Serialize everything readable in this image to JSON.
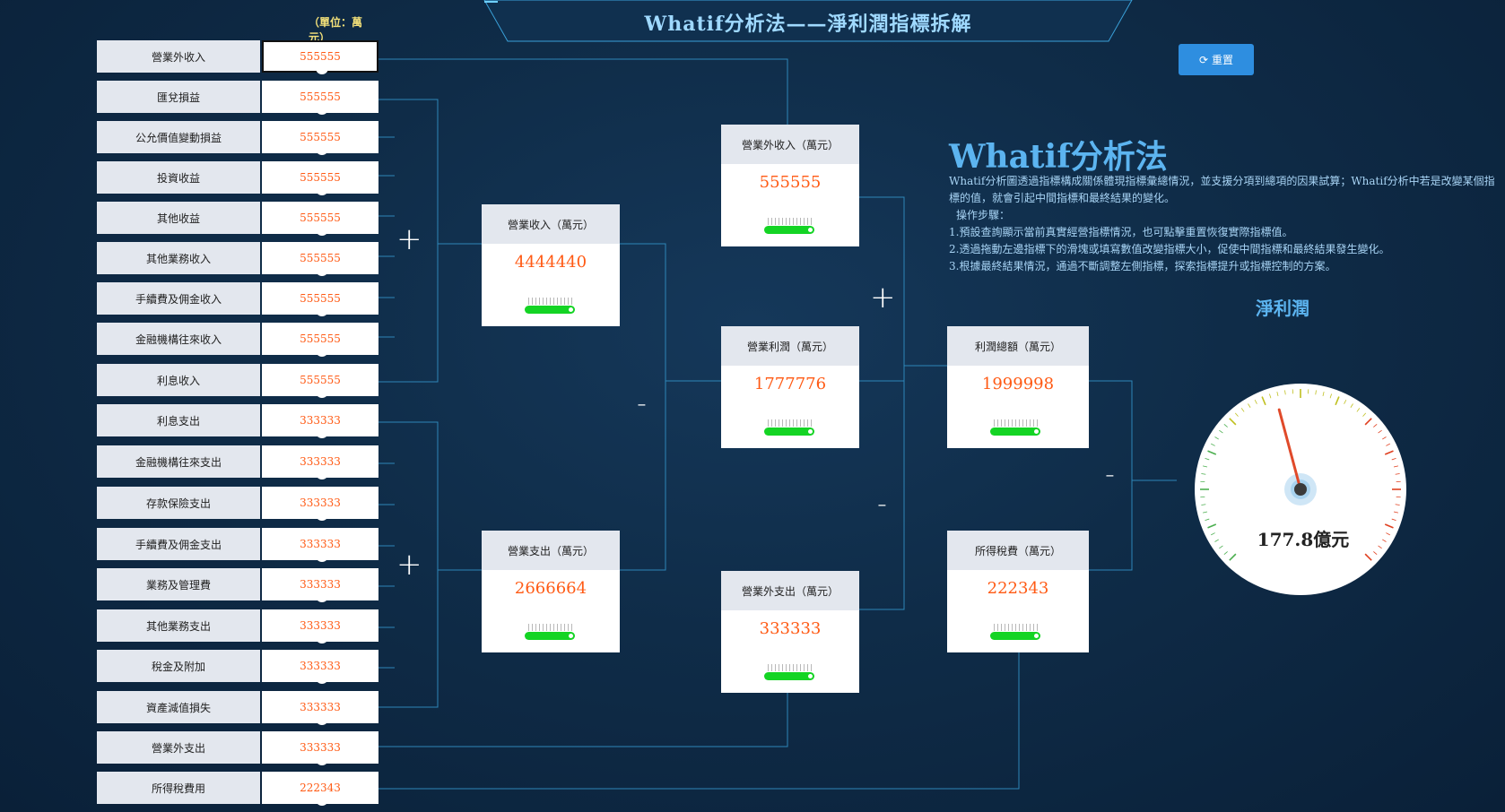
{
  "header": {
    "title": "Whatif分析法——淨利潤指標拆解",
    "unit": "（單位：萬元）",
    "reset_label": "重置"
  },
  "inputs": [
    {
      "label": "營業外收入",
      "value": "555555"
    },
    {
      "label": "匯兌損益",
      "value": "555555"
    },
    {
      "label": "公允價值變動損益",
      "value": "555555"
    },
    {
      "label": "投資收益",
      "value": "555555"
    },
    {
      "label": "其他收益",
      "value": "555555"
    },
    {
      "label": "其他業務收入",
      "value": "555555"
    },
    {
      "label": "手續費及佣金收入",
      "value": "555555"
    },
    {
      "label": "金融機構往來收入",
      "value": "555555"
    },
    {
      "label": "利息收入",
      "value": "555555"
    },
    {
      "label": "利息支出",
      "value": "333333"
    },
    {
      "label": "金融機構往來支出",
      "value": "333333"
    },
    {
      "label": "存款保險支出",
      "value": "333333"
    },
    {
      "label": "手續費及佣金支出",
      "value": "333333"
    },
    {
      "label": "業務及管理費",
      "value": "333333"
    },
    {
      "label": "其他業務支出",
      "value": "333333"
    },
    {
      "label": "稅金及附加",
      "value": "333333"
    },
    {
      "label": "資產減值損失",
      "value": "333333"
    },
    {
      "label": "營業外支出",
      "value": "333333"
    },
    {
      "label": "所得稅費用",
      "value": "222343"
    }
  ],
  "cards": {
    "op_income": {
      "label": "營業收入（萬元）",
      "value": "4444440"
    },
    "op_expense": {
      "label": "營業支出（萬元）",
      "value": "2666664"
    },
    "non_op_income": {
      "label": "營業外收入（萬元）",
      "value": "555555"
    },
    "op_profit": {
      "label": "營業利潤（萬元）",
      "value": "1777776"
    },
    "non_op_expense": {
      "label": "營業外支出（萬元）",
      "value": "333333"
    },
    "total_profit": {
      "label": "利潤總額（萬元）",
      "value": "1999998"
    },
    "income_tax": {
      "label": "所得稅費（萬元）",
      "value": "222343"
    }
  },
  "operators": {
    "plus": "+",
    "minus": "-"
  },
  "description": {
    "title": "Whatif分析法",
    "text1": "Whatif分析圖透過指標構成關係體現指標彙總情況，並支援分項到總項的因果試算；Whatif分析中若是改變某個指標的值，就會引起中間指標和最終結果的變化。",
    "steps_title": "操作步驟：",
    "step1": "1.預設查詢顯示當前真實經營指標情況，也可點擊重置恢復實際指標值。",
    "step2": "2.透過拖動左邊指標下的滑塊或填寫數值改變指標大小，促使中間指標和最終結果發生變化。",
    "step3": "3.根據最終結果情況，通過不斷調整左側指標，探索指標提升或指標控制的方案。"
  },
  "gauge": {
    "title": "淨利潤",
    "value_label": "177.8億元",
    "value": 177.8,
    "max": 400
  },
  "colors": {
    "accent": "#2e8ee0",
    "value_orange": "#ff5a14",
    "slider_green": "#14d424",
    "title_blue": "#5cb4f0"
  }
}
